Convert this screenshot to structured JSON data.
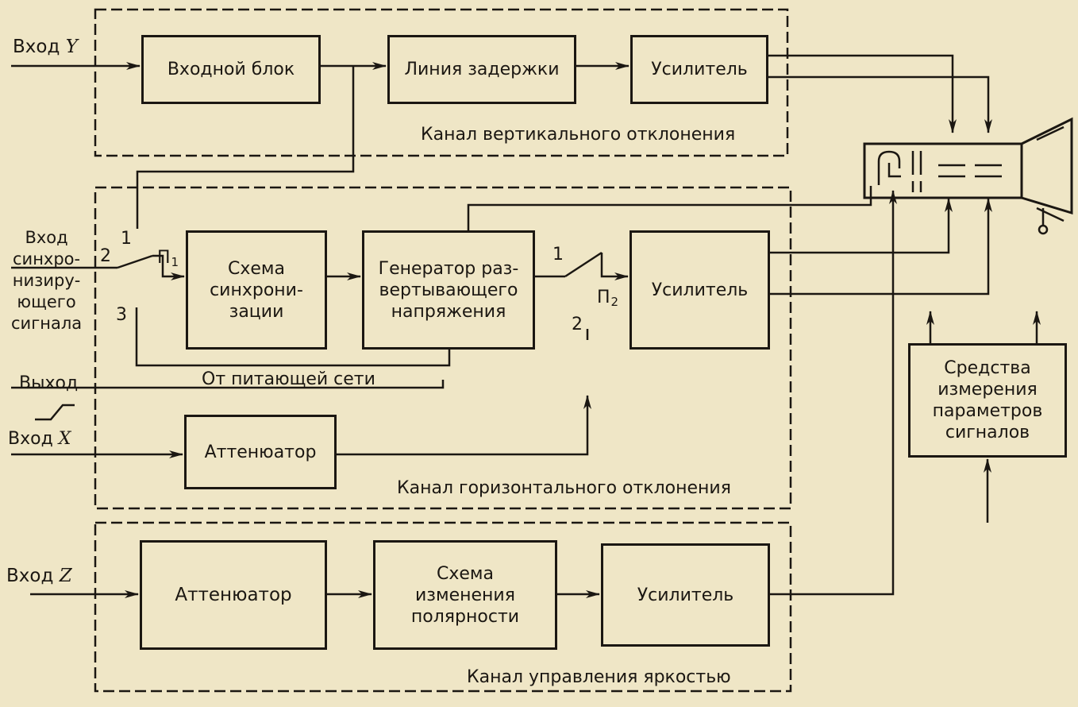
{
  "blocks": {
    "input_block": "Входной блок",
    "delay_line": "Линия задержки",
    "amp_vertical": "Усилитель",
    "sync_circuit": "Схема\nсинхрони-\nзации",
    "sweep_gen": "Генератор раз-\nвертывающего\nнапряжения",
    "amp_horizontal": "Усилитель",
    "attenuator_x": "Аттенюатор",
    "attenuator_z": "Аттенюатор",
    "polarity": "Схема\nизменения\nполярности",
    "amp_z": "Усилитель",
    "measure": "Средства\nизмерения\nпараметров\nсигналов"
  },
  "channels": {
    "vertical": "Канал вертикального отклонения",
    "horizontal": "Канал горизонтального отклонения",
    "brightness": "Канал управления яркостью"
  },
  "inputs": {
    "y_prefix": "Вход",
    "y_var": "Y",
    "sync": "Вход\nсинхро-\nнизиру-\nющего\nсигнала",
    "output": "Выход",
    "x_prefix": "Вход",
    "x_var": "X",
    "z_prefix": "Вход",
    "z_var": "Z",
    "mains": "От питающей сети"
  },
  "switches": {
    "p1_letter": "П",
    "p1_index": "1",
    "p1_pos1": "1",
    "p1_pos2": "2",
    "p1_pos3": "3",
    "p2_letter": "П",
    "p2_index": "2",
    "p2_pos1": "1",
    "p2_pos2": "2"
  },
  "colors": {
    "background": "#efe6c6",
    "ink": "#1b1712"
  }
}
